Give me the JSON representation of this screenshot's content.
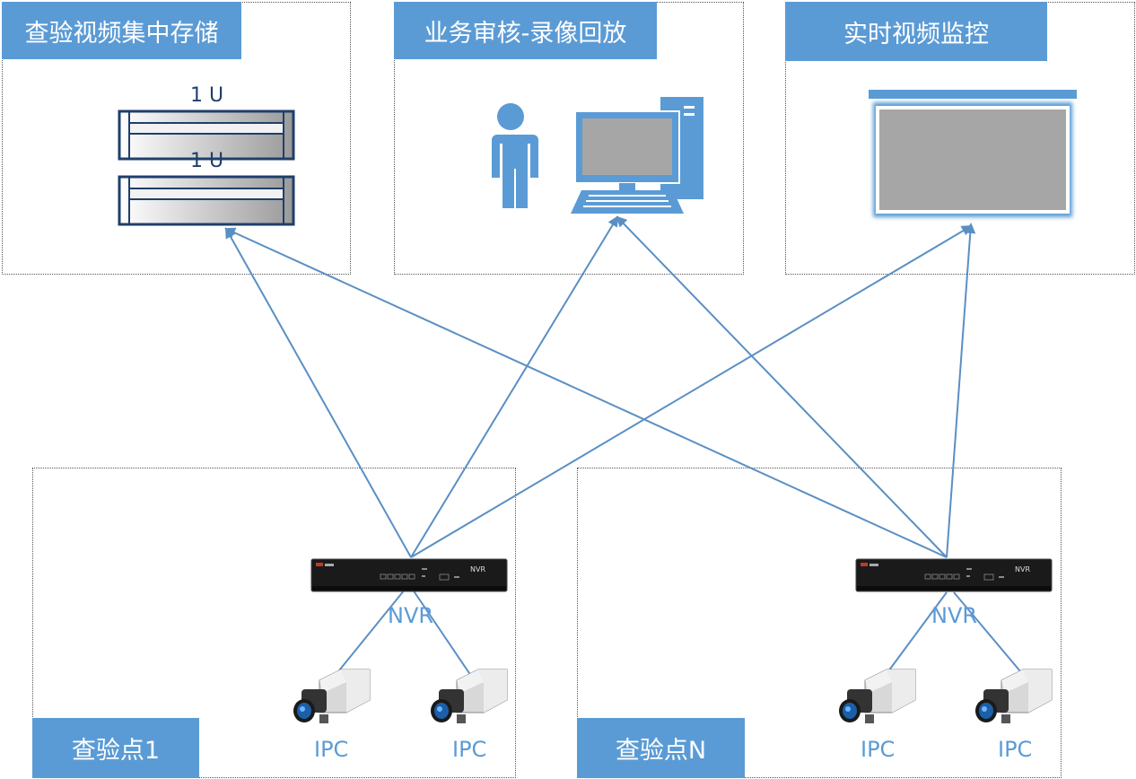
{
  "panels": {
    "storage": {
      "title": "查验视频集中存储",
      "units": [
        "1 U",
        "1 U"
      ]
    },
    "review": {
      "title": "业务审核-录像回放"
    },
    "monitor": {
      "title": "实时视频监控"
    },
    "site1": {
      "title": "查验点1",
      "nvr_label": "NVR",
      "nvr_text": "NVR",
      "cameras": [
        "IPC",
        "IPC"
      ]
    },
    "siteN": {
      "title": "查验点N",
      "nvr_label": "NVR",
      "nvr_text": "NVR",
      "cameras": [
        "IPC",
        "IPC"
      ]
    }
  },
  "colors": {
    "accent": "#5b9bd5",
    "connector": "#5a8fc4",
    "monitor_screen": "#a6a6a6",
    "nvr_body": "#1a1a1a"
  },
  "icons": [
    "rack-server-icon",
    "person-icon",
    "desktop-computer-icon",
    "monitor-screen-icon",
    "nvr-recorder-icon",
    "ip-camera-icon"
  ]
}
